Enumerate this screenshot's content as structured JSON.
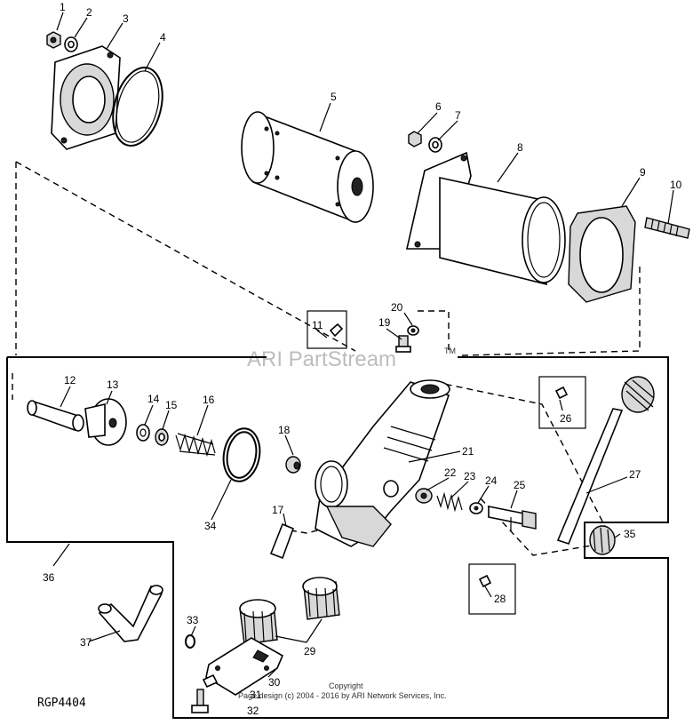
{
  "watermark": "ARI PartStream",
  "watermark_tm": "TM",
  "figure_code": "RGP4404",
  "copyright_title": "Copyright",
  "copyright_text": "Page design (c) 2004 - 2016 by ARI Network Services, Inc.",
  "callouts": [
    "1",
    "2",
    "3",
    "4",
    "5",
    "6",
    "7",
    "8",
    "9",
    "10",
    "11",
    "12",
    "13",
    "14",
    "15",
    "16",
    "17",
    "18",
    "19",
    "20",
    "21",
    "22",
    "23",
    "24",
    "25",
    "26",
    "27",
    "28",
    "29",
    "30",
    "31",
    "32",
    "33",
    "34",
    "35",
    "36",
    "37"
  ]
}
